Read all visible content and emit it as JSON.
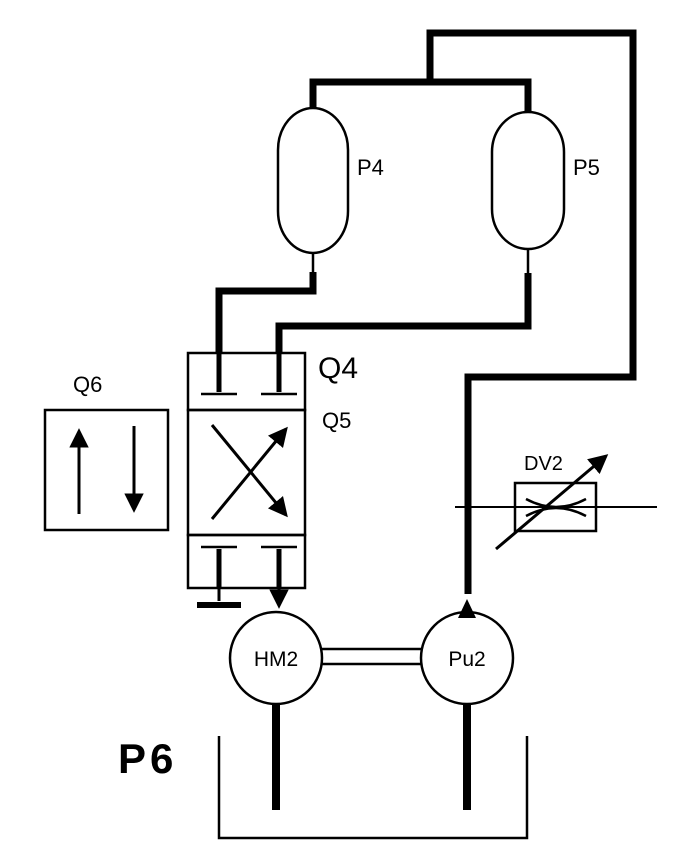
{
  "colors": {
    "background": "#ffffff",
    "line": "#000000"
  },
  "labels": {
    "p4": "P4",
    "p5": "P5",
    "q4": "Q4",
    "q5": "Q5",
    "q6": "Q6",
    "dv2": "DV2",
    "hm2": "HM2",
    "pu2": "Pu2",
    "p6": "P6"
  },
  "components": [
    {
      "id": "P4",
      "type": "hydraulic-accumulator"
    },
    {
      "id": "P5",
      "type": "hydraulic-accumulator"
    },
    {
      "id": "Q4",
      "type": "valve-assembly-label"
    },
    {
      "id": "Q5",
      "type": "directional-control-valve"
    },
    {
      "id": "Q6",
      "type": "two-position-valve-symbol"
    },
    {
      "id": "DV2",
      "type": "adjustable-throttle-valve"
    },
    {
      "id": "HM2",
      "type": "hydraulic-motor"
    },
    {
      "id": "Pu2",
      "type": "hydraulic-pump"
    },
    {
      "id": "P6",
      "type": "tank-reservoir"
    }
  ]
}
